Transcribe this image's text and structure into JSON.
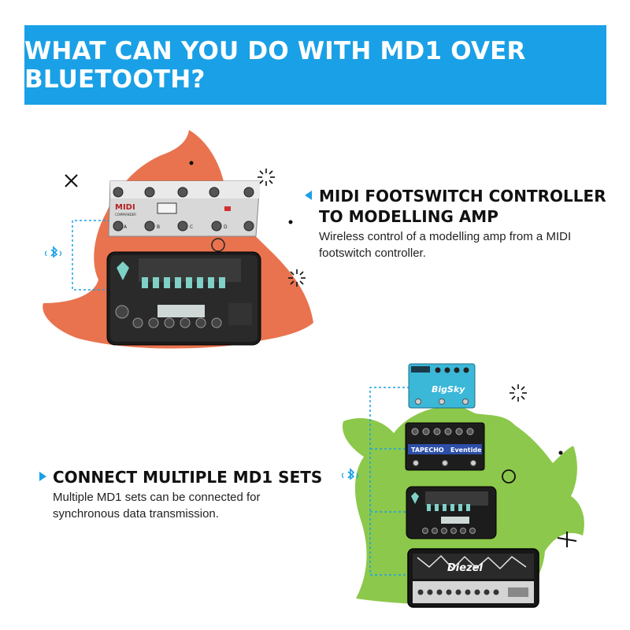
{
  "banner": {
    "title": "WHAT CAN YOU DO WITH MD1 OVER BLUETOOTH?"
  },
  "feature1": {
    "title_line1": "MIDI FOOTSWITCH CONTROLLER",
    "title_line2": "TO MODELLING AMP",
    "desc_line1": "Wireless control of a modelling amp from a MIDI",
    "desc_line2": "footswitch controller."
  },
  "feature2": {
    "title": "CONNECT MULTIPLE MD1 SETS",
    "desc_line1": "Multiple MD1 sets can be connected for",
    "desc_line2": "synchronous data transmission."
  },
  "devices": {
    "footswitch_brand": "MIDI",
    "footswitch_sub": "COMMANDER",
    "footswitch_keys": [
      "A",
      "B",
      "C",
      "D"
    ],
    "pedal_bigsky": "BigSky",
    "pedal_tapecho": "TAPECHO",
    "pedal_eventide": "Eventide",
    "amp_diezel": "Diezel"
  },
  "colors": {
    "accent": "#1aa0e6",
    "blob_orange": "#e8734e",
    "blob_green": "#8cc84b"
  },
  "icons": {
    "bluetooth": "bluetooth-icon",
    "close": "close-icon",
    "sparkle": "sparkle-icon",
    "plus": "plus-icon",
    "circle": "circle-icon",
    "dot": "dot-icon"
  }
}
